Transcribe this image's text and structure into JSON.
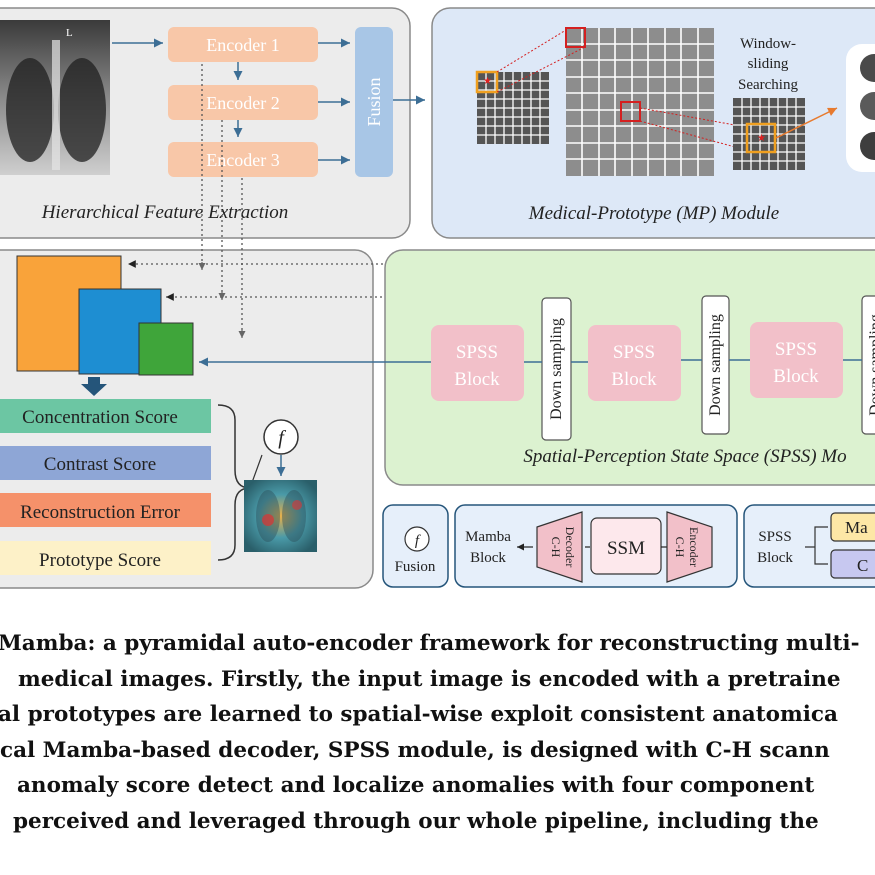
{
  "hfe": {
    "encoders": [
      "Encoder 1",
      "Encoder 2",
      "Encoder 3"
    ],
    "fusion": "Fusion",
    "xray_marker": "L",
    "title": "Hierarchical Feature Extraction"
  },
  "mp": {
    "window_label": [
      "Window-",
      "sliding",
      "Searching"
    ],
    "title": "Medical-Prototype (MP) Module"
  },
  "spss": {
    "blocks": [
      "SPSS",
      "Block"
    ],
    "downsampling": "Down sampling",
    "title": "Spatial-Perception State Space (SPSS) Mo"
  },
  "scores": {
    "items": [
      "Concentration Score",
      "Contrast Score",
      "Reconstruction Error",
      "Prototype Score"
    ],
    "fusion_symbol": "f"
  },
  "legend": {
    "fusion_symbol": "f",
    "fusion": "Fusion",
    "mamba_block": [
      "Mamba",
      "Block"
    ],
    "decoder": [
      "C-H",
      "Decoder"
    ],
    "ssm": "SSM",
    "encoder": [
      "C-H",
      "Encoder"
    ],
    "spss_block": [
      "SPSS",
      "Block"
    ],
    "right_items": [
      "Ma",
      "C"
    ]
  },
  "caption": [
    "Mamba: a pyramidal auto-encoder framework for reconstructing multi-",
    "medical images. Firstly, the input image is encoded with a pretraine",
    "al prototypes are learned to spatial-wise exploit consistent anatomica",
    "cal Mamba-based decoder, SPSS module, is designed with C-H scann",
    "anomaly score detect and localize anomalies with four component",
    "perceived and leveraged through our whole pipeline, including the"
  ],
  "colors": {
    "encoder": "#f8c7a8",
    "fusion": "#a8c6e6",
    "mp_bg": "#dde8f7",
    "spss_bg": "#dcf2d0",
    "spss_block": "#f2c0c9",
    "concentration": "#6cc6a3",
    "contrast": "#8ea6d6",
    "reconstruction": "#f5916a",
    "prototype": "#fdf1c8"
  }
}
